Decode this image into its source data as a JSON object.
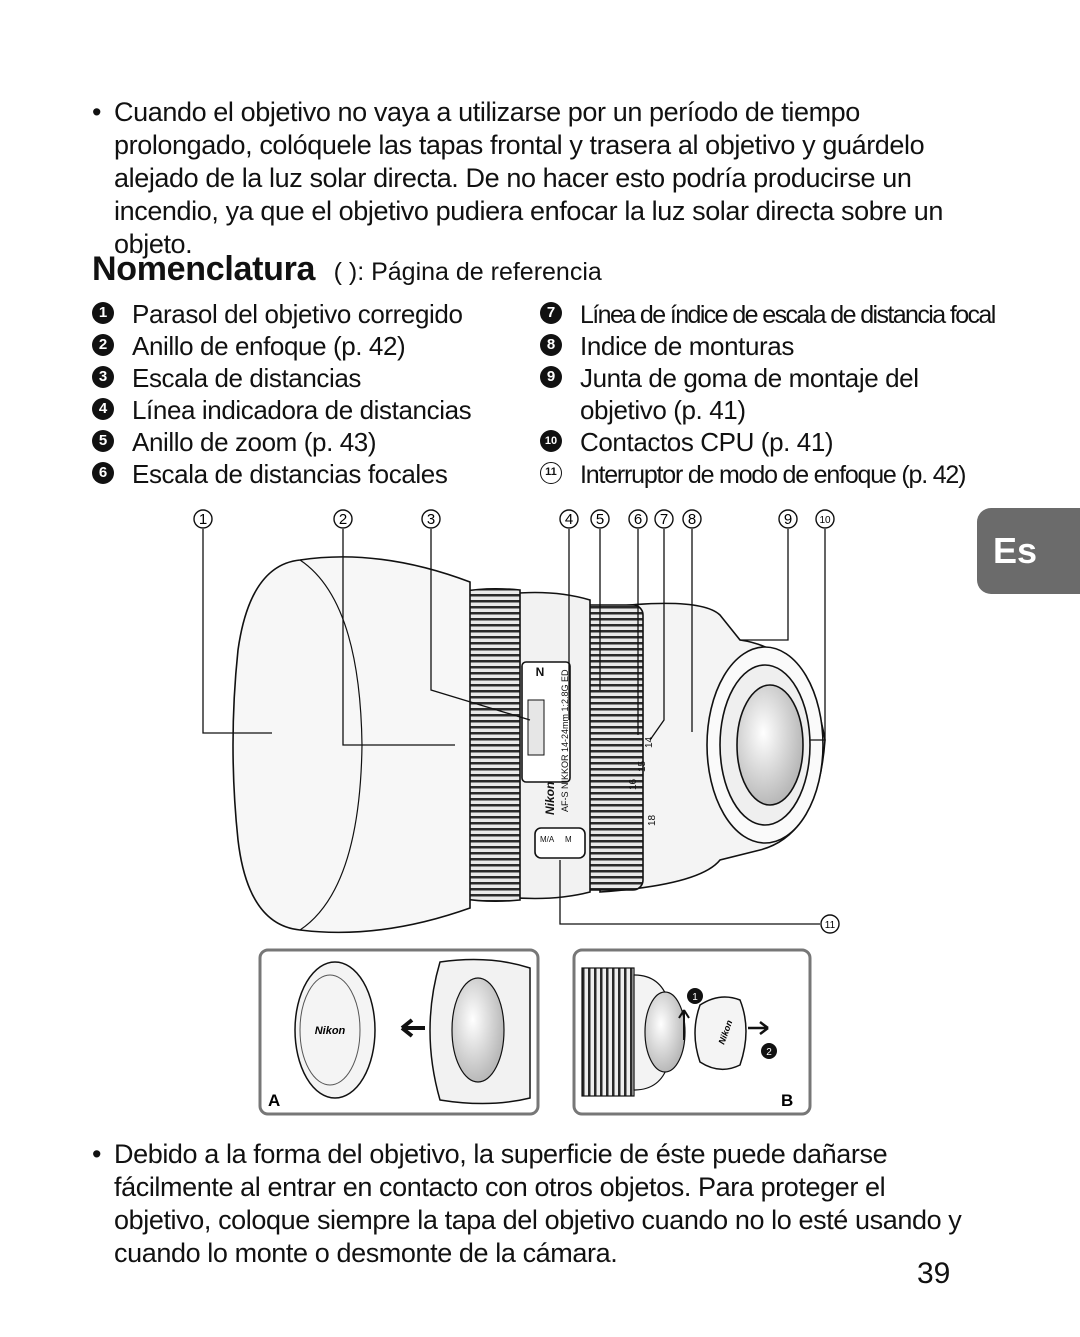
{
  "intro": {
    "bullet": "•",
    "text": "Cuando el objetivo no vaya a utilizarse por un período de tiempo prolongado, colóquele las tapas frontal y trasera al objetivo y guárdelo alejado de la luz solar directa. De no hacer esto podría producirse un incendio, ya que el objetivo pudiera enfocar la luz solar directa sobre un objeto."
  },
  "heading": {
    "title": "Nomenclatura",
    "reference_note": "( ): Página de referencia"
  },
  "legend": {
    "left": [
      {
        "num": "1",
        "label": "Parasol del objetivo corregido"
      },
      {
        "num": "2",
        "label": "Anillo de enfoque (p. 42)"
      },
      {
        "num": "3",
        "label": "Escala de distancias"
      },
      {
        "num": "4",
        "label": "Línea indicadora de distancias"
      },
      {
        "num": "5",
        "label": "Anillo de zoom (p. 43)"
      },
      {
        "num": "6",
        "label": "Escala de distancias focales"
      }
    ],
    "right": [
      {
        "num": "7",
        "label": "Línea de índice de escala de distancia focal"
      },
      {
        "num": "8",
        "label": "Indice de monturas"
      },
      {
        "num": "9",
        "label": "Junta de goma de montaje del",
        "cont": "objetivo (p. 41)"
      },
      {
        "num": "10",
        "label": "Contactos CPU (p. 41)"
      },
      {
        "num": "11",
        "label": "Interruptor de modo de enfoque (p. 42)"
      }
    ]
  },
  "figure": {
    "callouts": [
      "1",
      "2",
      "3",
      "4",
      "5",
      "6",
      "7",
      "8",
      "9",
      "10",
      "11"
    ],
    "lens_text": {
      "brand": "Nikon",
      "model": "AF-S NIKKOR 14-24mm 1:2.8G ED",
      "n_badge": "N",
      "switch_labels": [
        "M/A",
        "M"
      ],
      "focal_marks": [
        "14",
        "15",
        "16",
        "18"
      ]
    },
    "inset_a": {
      "label": "A",
      "cap_brand": "Nikon"
    },
    "inset_b": {
      "label": "B",
      "cap_brand": "Nikon",
      "steps": [
        "1",
        "2"
      ]
    }
  },
  "outro": {
    "bullet": "•",
    "text": "Debido a la forma del objetivo, la superficie de éste puede dañarse fácilmente al entrar en contacto con otros objetos. Para proteger el objetivo, coloque siempre la tapa del objetivo cuando no lo esté usando y cuando lo monte o desmonte de la cámara."
  },
  "language_tab": "Es",
  "page_number": "39"
}
